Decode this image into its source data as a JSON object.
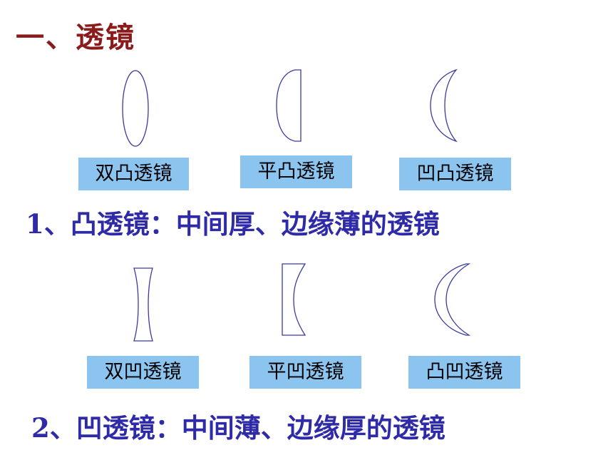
{
  "title": "一、透镜",
  "convex": {
    "labels": [
      "双凸透镜",
      "平凸透镜",
      "凹凸透镜"
    ],
    "statement": "1、凸透镜：中间厚、边缘薄的透镜"
  },
  "concave": {
    "labels": [
      "双凹透镜",
      "平凹透镜",
      "凸凹透镜"
    ],
    "statement": "2、凹透镜：中间薄、边缘厚的透镜"
  },
  "colors": {
    "title": "#8b1a1a",
    "statement": "#2e2aa8",
    "label_bg": "#8cc4f0",
    "lens_stroke": "#3a3aa0"
  }
}
